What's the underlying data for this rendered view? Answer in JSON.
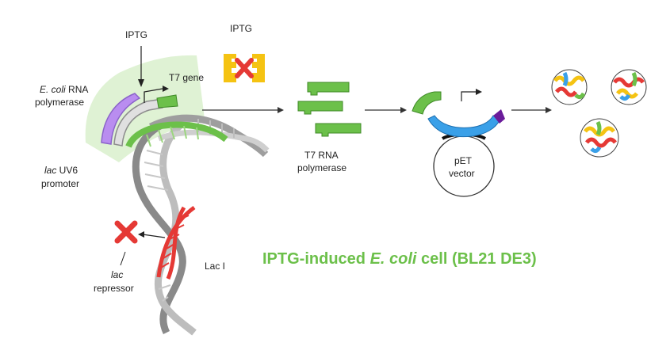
{
  "labels": {
    "iptg_top": "IPTG",
    "iptg_box": "IPTG",
    "t7_gene": "T7 gene",
    "ecoli_italic": "E. coli",
    "rna_rest": " RNA",
    "polymerase": "polymerase",
    "lac_italic": "lac",
    "uv6_rest": " UV6",
    "promoter": "promoter",
    "t7_rna": "T7 RNA",
    "t7_polymerase": "polymerase",
    "pet": "pET",
    "vector": "vector",
    "lac_i": "Lac I",
    "lac_repressor_italic": "lac",
    "repressor": "repressor"
  },
  "title": {
    "part1": "IPTG-induced ",
    "italic": "E. coli",
    "part2": " cell (BL21 DE3)"
  },
  "colors": {
    "green": "#6cc04a",
    "red": "#e53935",
    "yellow": "#f5c312",
    "lavender": "#b98df0",
    "blue": "#3aa0e8",
    "purple": "#6a1b9a",
    "gray": "#9e9e9e"
  }
}
